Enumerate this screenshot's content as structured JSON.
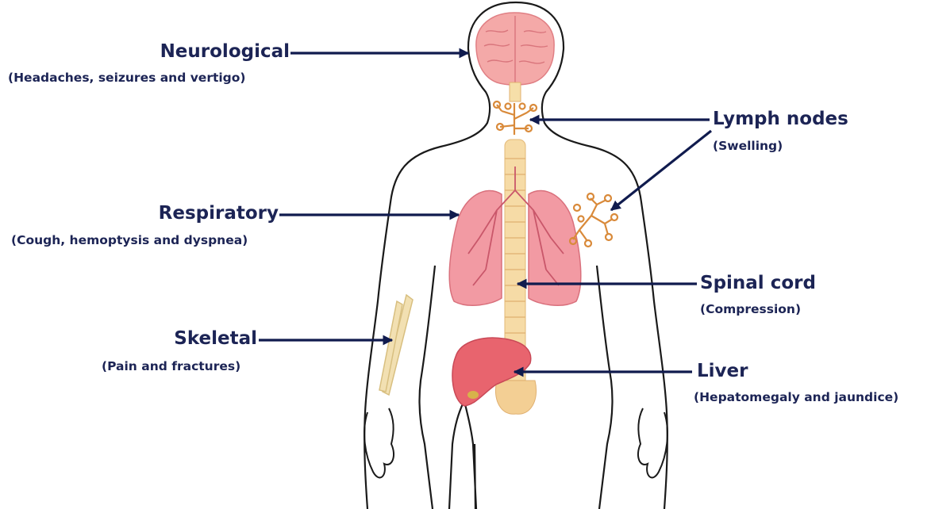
{
  "colors": {
    "arrow": "#101b4e",
    "text": "#1c2455",
    "body_outline": "#1a1a1a",
    "brain": "#f4a9a8",
    "lungs": "#ef8f99",
    "spine": "#f3cf94",
    "liver": "#e8646e",
    "lymph": "#d98a3a",
    "bone": "#f0dca8"
  },
  "labels": {
    "neurological": {
      "title": "Neurological",
      "subtitle": "(Headaches, seizures and vertigo)"
    },
    "respiratory": {
      "title": "Respiratory",
      "subtitle": "(Cough, hemoptysis and dyspnea)"
    },
    "skeletal": {
      "title": "Skeletal",
      "subtitle": "(Pain and fractures)"
    },
    "lymph_nodes": {
      "title": "Lymph nodes",
      "subtitle": "(Swelling)"
    },
    "spinal_cord": {
      "title": "Spinal cord",
      "subtitle": "(Compression)"
    },
    "liver": {
      "title": "Liver",
      "subtitle": "(Hepatomegaly and jaundice)"
    }
  }
}
